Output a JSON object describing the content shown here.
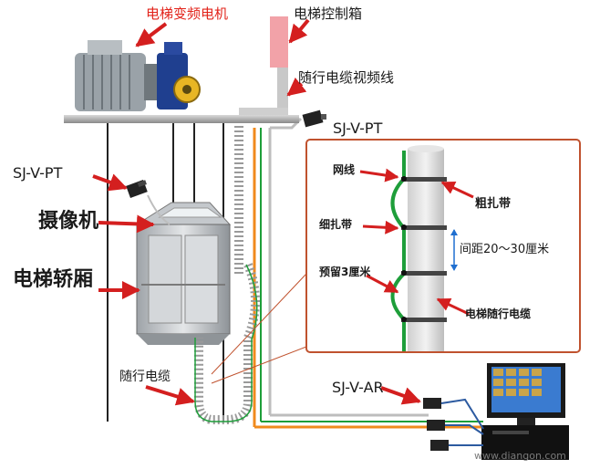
{
  "labels": {
    "motor": "电梯变频电机",
    "control_box": "电梯控制箱",
    "video_cable": "随行电缆视频线",
    "sjvpt_top": "SJ-V-PT",
    "sjvpt_left": "SJ-V-PT",
    "camera": "摄像机",
    "car": "电梯轿厢",
    "trailing_cable": "随行电缆",
    "sjvar": "SJ-V-AR"
  },
  "detail": {
    "network_cable": "网线",
    "thick_tie": "粗扎带",
    "thin_tie": "细扎带",
    "spacing": "间距20～30厘米",
    "reserve": "预留3厘米",
    "elevator_cable": "电梯随行电缆"
  },
  "watermark": "www.diangon.com",
  "colors": {
    "label_red": "#e2231a",
    "arrow_red": "#d41f1f",
    "cable_green": "#1e9e3a",
    "cable_orange": "#f08a1c",
    "detail_border": "#c0522e",
    "control_box": "#f2a2a8"
  }
}
